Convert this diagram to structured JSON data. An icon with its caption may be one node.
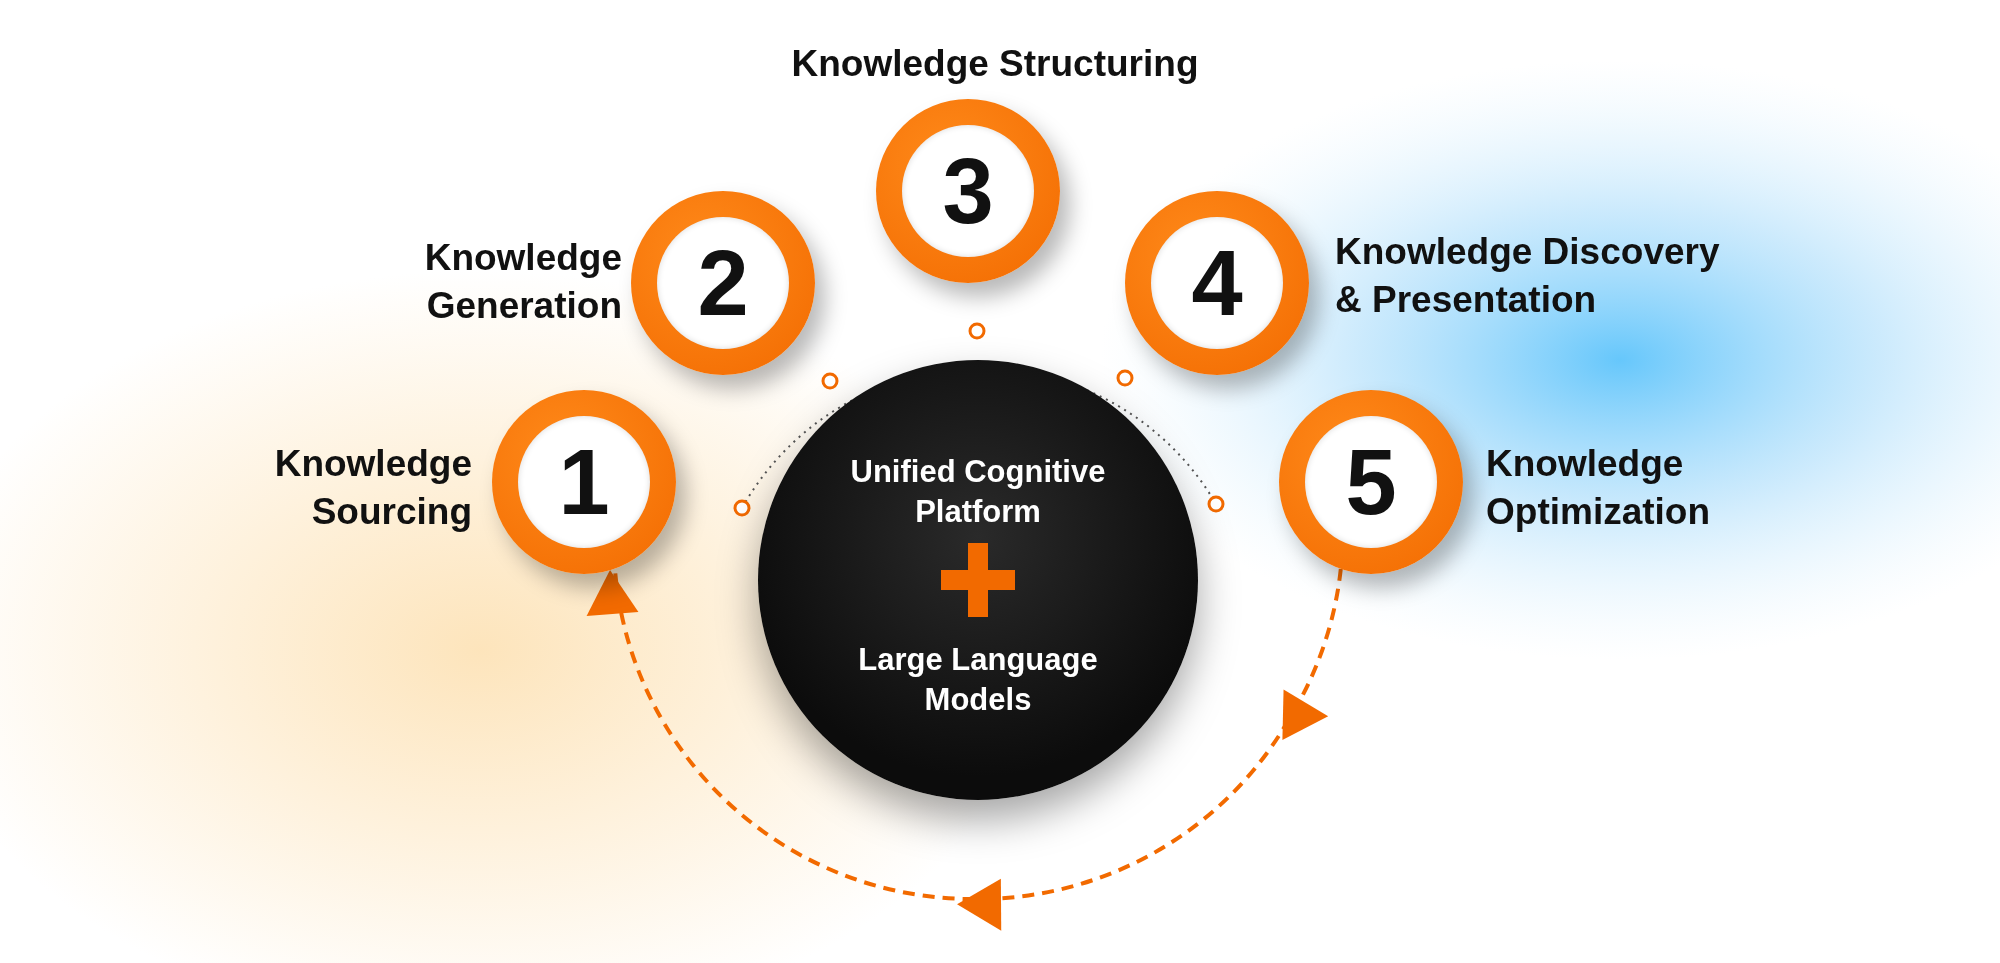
{
  "diagram": {
    "nodes": [
      {
        "text": [
          "1"
        ],
        "beside": [
          "Knowledge Sourcing"
        ]
      },
      {
        "text": [
          "2"
        ],
        "beside": [
          "Knowledge Generation"
        ]
      },
      {
        "text": [
          "3"
        ],
        "beside": [
          "Knowledge Structuring"
        ]
      },
      {
        "text": [
          "4"
        ],
        "beside": [
          "Knowledge Discovery & Presentation"
        ]
      },
      {
        "text": [
          "5"
        ],
        "beside": [
          "Knowledge Optimization"
        ]
      },
      {
        "text": [
          "Unified Cognitive Platform",
          "Large Language Models"
        ]
      }
    ],
    "edges": [
      {
        "from": 4,
        "to": 0,
        "arrow": "to",
        "style": "dashed"
      }
    ]
  }
}
